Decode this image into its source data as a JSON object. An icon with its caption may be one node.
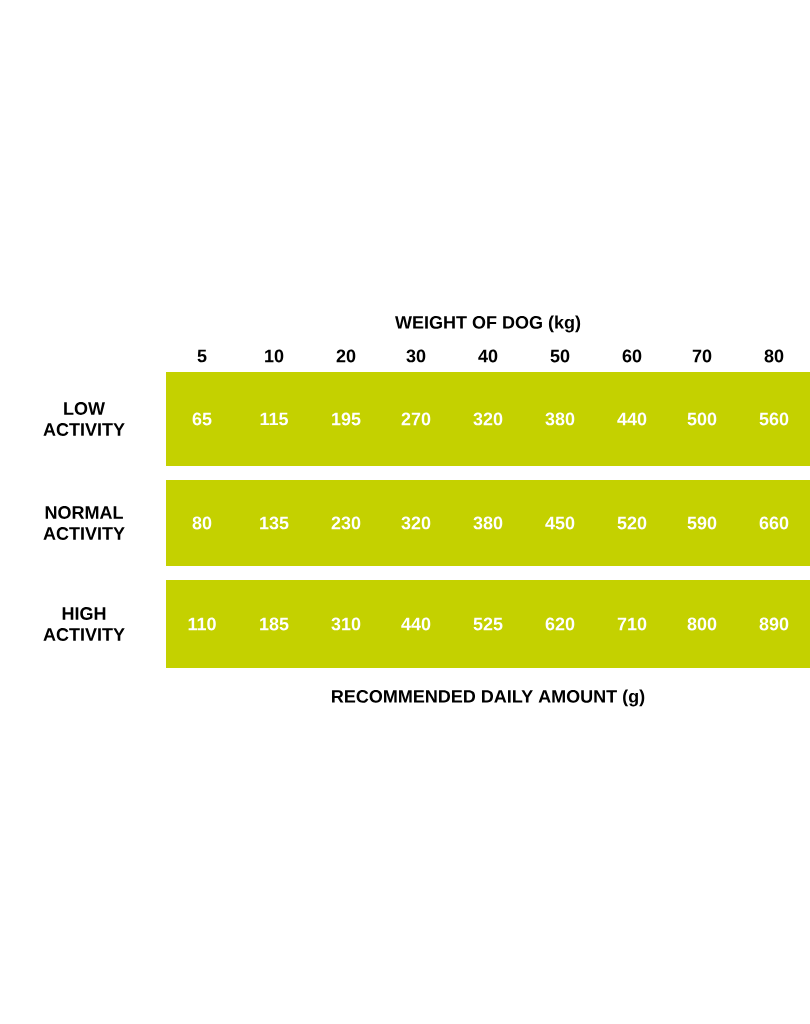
{
  "diagram": {
    "title": "WEIGHT OF DOG (kg)",
    "caption": "RECOMMENDED DAILY AMOUNT (g)",
    "nodes": [
      {
        "text": [
          "65",
          "115",
          "195",
          "270",
          "320",
          "380",
          "440",
          "500",
          "560"
        ],
        "beside": [
          "LOW ACTIVITY"
        ]
      },
      {
        "text": [
          "80",
          "135",
          "230",
          "320",
          "380",
          "450",
          "520",
          "590",
          "660"
        ],
        "beside": [
          "NORMAL ACTIVITY"
        ]
      },
      {
        "text": [
          "110",
          "185",
          "310",
          "440",
          "525",
          "620",
          "710",
          "800",
          "890"
        ],
        "beside": [
          "HIGH ACTIVITY"
        ]
      }
    ],
    "labels": [
      "5",
      "10",
      "20",
      "30",
      "40",
      "50",
      "60",
      "70",
      "80"
    ]
  }
}
